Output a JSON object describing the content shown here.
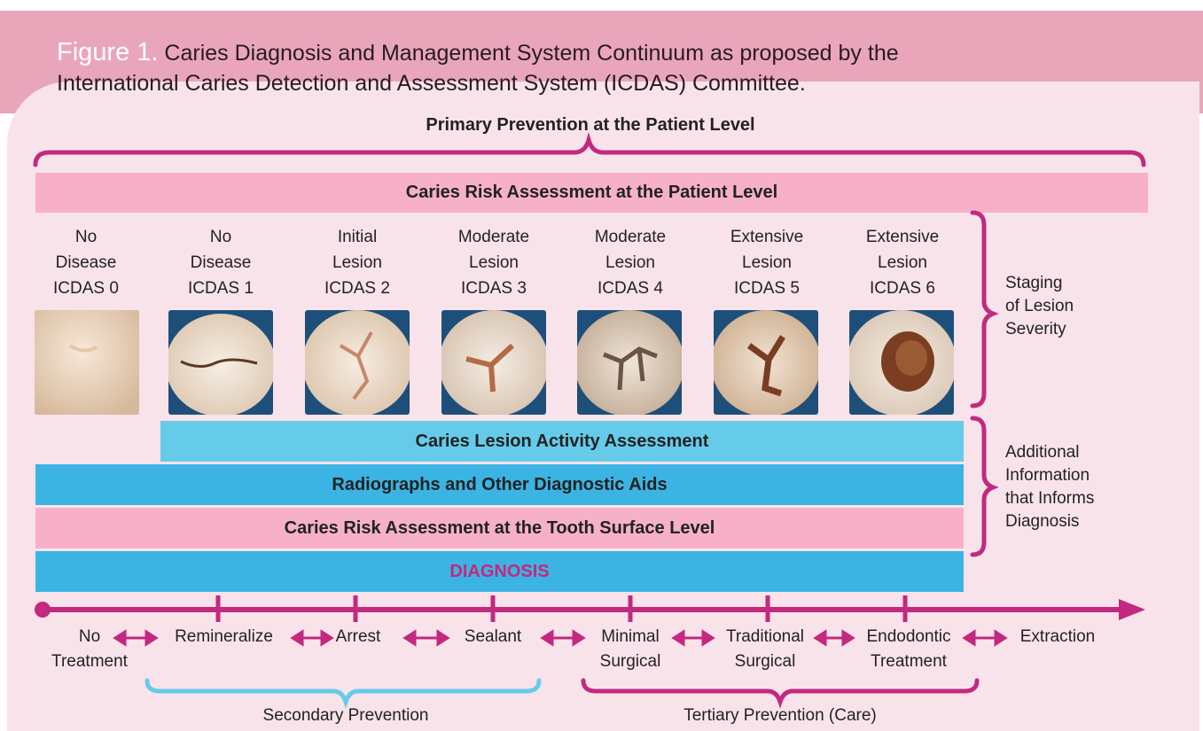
{
  "figure": {
    "number": "Figure 1.",
    "caption_line1": "Caries Diagnosis and Management System Continuum as proposed by the",
    "caption_line2": "International Caries Detection and Assessment System (ICDAS) Committee."
  },
  "primary_prevention": "Primary Prevention at the Patient Level",
  "patient_risk_bar": "Caries Risk Assessment at the Patient Level",
  "stages": [
    {
      "line1": "No",
      "line2": "Disease",
      "line3": "ICDAS 0"
    },
    {
      "line1": "No",
      "line2": "Disease",
      "line3": "ICDAS 1"
    },
    {
      "line1": "Initial",
      "line2": "Lesion",
      "line3": "ICDAS 2"
    },
    {
      "line1": "Moderate",
      "line2": "Lesion",
      "line3": "ICDAS 3"
    },
    {
      "line1": "Moderate",
      "line2": "Lesion",
      "line3": "ICDAS 4"
    },
    {
      "line1": "Extensive",
      "line2": "Lesion",
      "line3": "ICDAS 5"
    },
    {
      "line1": "Extensive",
      "line2": "Lesion",
      "line3": "ICDAS 6"
    }
  ],
  "side_labels": {
    "staging": [
      "Staging",
      "of Lesion",
      "Severity"
    ],
    "additional": [
      "Additional",
      "Information",
      "that Informs",
      "Diagnosis"
    ]
  },
  "assessment_bars": {
    "activity": "Caries Lesion Activity Assessment",
    "radiographs": "Radiographs and Other Diagnostic Aids",
    "tooth_surface": "Caries Risk Assessment at the Tooth Surface Level",
    "diagnosis": "DIAGNOSIS"
  },
  "treatments": [
    {
      "line1": "No",
      "line2": "Treatment"
    },
    {
      "line1": "Remineralize",
      "line2": ""
    },
    {
      "line1": "Arrest",
      "line2": ""
    },
    {
      "line1": "Sealant",
      "line2": ""
    },
    {
      "line1": "Minimal",
      "line2": "Surgical"
    },
    {
      "line1": "Traditional",
      "line2": "Surgical"
    },
    {
      "line1": "Endodontic",
      "line2": "Treatment"
    },
    {
      "line1": "Extraction",
      "line2": ""
    }
  ],
  "prevention_groups": {
    "secondary": "Secondary Prevention",
    "tertiary": "Tertiary Prevention (Care)"
  },
  "colors": {
    "magenta": "#c2297f",
    "header_pink": "#e9a6bb",
    "panel_pink": "#f9e3ea",
    "bar_pink": "#f6b1c8",
    "light_blue": "#66cbe9",
    "blue": "#3bb4e3",
    "diagnosis_text": "#c2297f"
  }
}
